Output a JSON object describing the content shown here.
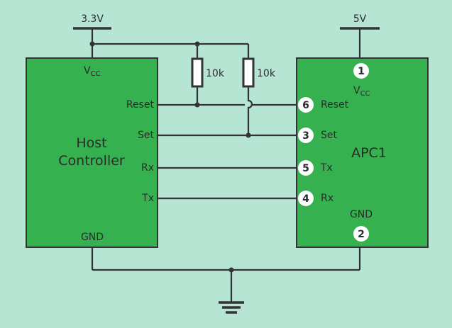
{
  "supply_left": "3.3V",
  "supply_right": "5V",
  "resistor_1": "10k",
  "resistor_2": "10k",
  "host": {
    "title_line1": "Host",
    "title_line2": "Controller",
    "vcc_main": "V",
    "vcc_sub": "CC",
    "pin_reset": "Reset",
    "pin_set": "Set",
    "pin_rx": "Rx",
    "pin_tx": "Tx",
    "gnd": "GND"
  },
  "apc": {
    "title": "APC1",
    "vcc_main": "V",
    "vcc_sub": "CC",
    "pin_reset": "Reset",
    "pin_set": "Set",
    "pin_tx": "Tx",
    "pin_rx": "Rx",
    "gnd": "GND",
    "pin_num_vcc": "1",
    "pin_num_reset": "6",
    "pin_num_set": "3",
    "pin_num_tx": "5",
    "pin_num_rx": "4",
    "pin_num_gnd": "2"
  },
  "colors": {
    "background": "#b6e5d3",
    "chip_fill": "#35b14f",
    "line": "#333333"
  }
}
